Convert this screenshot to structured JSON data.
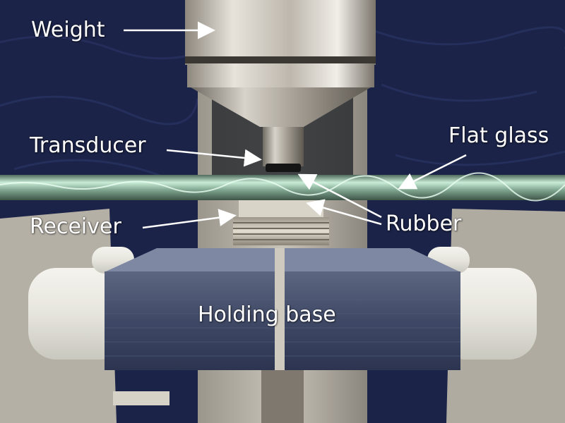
{
  "labels": {
    "weight": "Weight",
    "transducer": "Transducer",
    "flat_glass": "Flat glass",
    "receiver": "Receiver",
    "rubber": "Rubber",
    "holding_base": "Holding base"
  },
  "colors": {
    "backdrop_cloth": "#1b2348",
    "metal_light": "#d9d6cf",
    "metal_dark": "#6e6a63",
    "glass_edge": "#b9e0c8",
    "label_text": "#ffffff"
  }
}
